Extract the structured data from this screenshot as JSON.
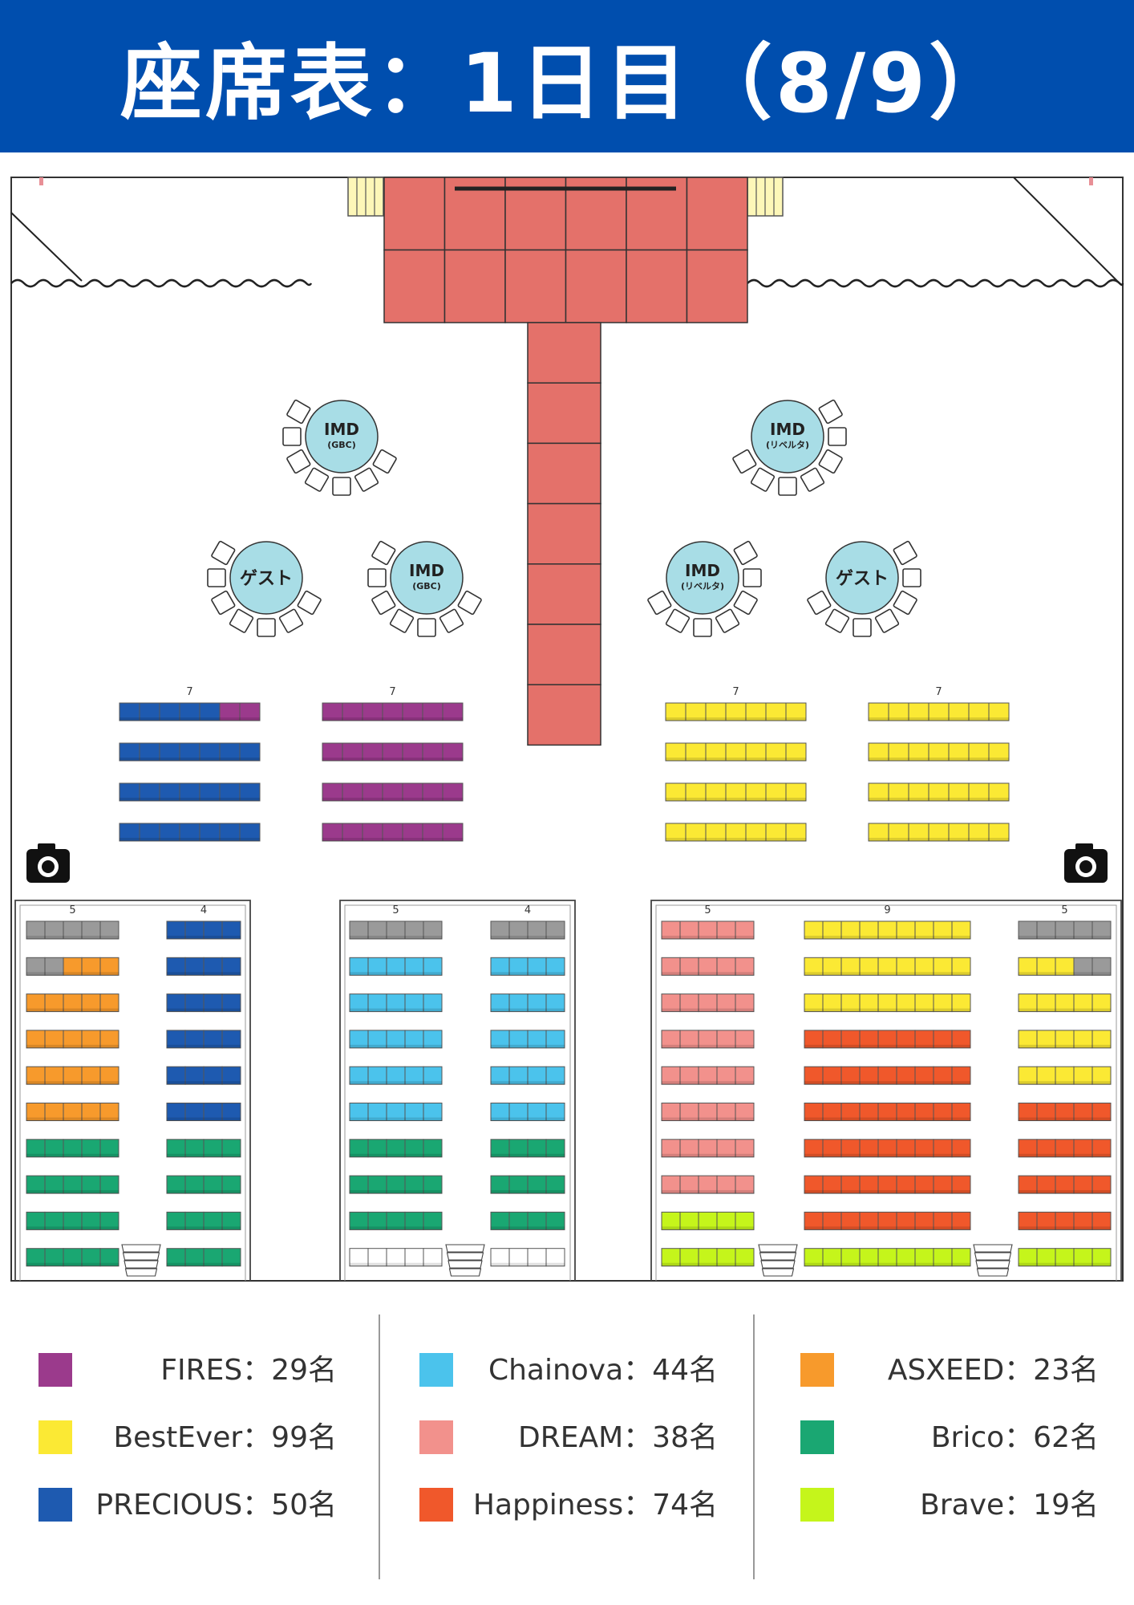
{
  "title": "座席表：1日目（8/9）",
  "colors": {
    "header_bg": "#004eae",
    "stage": "#e4716a",
    "table": "#a8dde6",
    "FIRES": "#9b3a8c",
    "BestEver": "#fbe934",
    "PRECIOUS": "#1e5ab0",
    "Chainova": "#4bc3ec",
    "DREAM": "#f2918c",
    "Happiness": "#f0582b",
    "ASXEED": "#f79a2c",
    "Brico": "#1aa772",
    "Brave": "#c5f51b",
    "unassigned": "#9a9a9a",
    "empty": "#ffffff"
  },
  "icons": [
    "camera-icon",
    "camera-icon"
  ],
  "tables": [
    {
      "name": "IMD",
      "sub": "(GBC)"
    },
    {
      "name": "IMD",
      "sub": "(リベルタ)"
    },
    {
      "name": "ゲスト",
      "sub": ""
    },
    {
      "name": "IMD",
      "sub": "(GBC)"
    },
    {
      "name": "IMD",
      "sub": "(リベルタ)"
    },
    {
      "name": "ゲスト",
      "sub": ""
    }
  ],
  "front_blocks": [
    {
      "count_label": "7",
      "rows": [
        [
          "PRECIOUS",
          "PRECIOUS",
          "PRECIOUS",
          "PRECIOUS",
          "PRECIOUS",
          "FIRES",
          "FIRES"
        ],
        [
          "PRECIOUS",
          "PRECIOUS",
          "PRECIOUS",
          "PRECIOUS",
          "PRECIOUS",
          "PRECIOUS",
          "PRECIOUS"
        ],
        [
          "PRECIOUS",
          "PRECIOUS",
          "PRECIOUS",
          "PRECIOUS",
          "PRECIOUS",
          "PRECIOUS",
          "PRECIOUS"
        ],
        [
          "PRECIOUS",
          "PRECIOUS",
          "PRECIOUS",
          "PRECIOUS",
          "PRECIOUS",
          "PRECIOUS",
          "PRECIOUS"
        ]
      ]
    },
    {
      "count_label": "7",
      "rows": [
        [
          "FIRES",
          "FIRES",
          "FIRES",
          "FIRES",
          "FIRES",
          "FIRES",
          "FIRES"
        ],
        [
          "FIRES",
          "FIRES",
          "FIRES",
          "FIRES",
          "FIRES",
          "FIRES",
          "FIRES"
        ],
        [
          "FIRES",
          "FIRES",
          "FIRES",
          "FIRES",
          "FIRES",
          "FIRES",
          "FIRES"
        ],
        [
          "FIRES",
          "FIRES",
          "FIRES",
          "FIRES",
          "FIRES",
          "FIRES",
          "FIRES"
        ]
      ]
    },
    {
      "count_label": "7",
      "rows": [
        [
          "BestEver",
          "BestEver",
          "BestEver",
          "BestEver",
          "BestEver",
          "BestEver",
          "BestEver"
        ],
        [
          "BestEver",
          "BestEver",
          "BestEver",
          "BestEver",
          "BestEver",
          "BestEver",
          "BestEver"
        ],
        [
          "BestEver",
          "BestEver",
          "BestEver",
          "BestEver",
          "BestEver",
          "BestEver",
          "BestEver"
        ],
        [
          "BestEver",
          "BestEver",
          "BestEver",
          "BestEver",
          "BestEver",
          "BestEver",
          "BestEver"
        ]
      ]
    },
    {
      "count_label": "7",
      "rows": [
        [
          "BestEver",
          "BestEver",
          "BestEver",
          "BestEver",
          "BestEver",
          "BestEver",
          "BestEver"
        ],
        [
          "BestEver",
          "BestEver",
          "BestEver",
          "BestEver",
          "BestEver",
          "BestEver",
          "BestEver"
        ],
        [
          "BestEver",
          "BestEver",
          "BestEver",
          "BestEver",
          "BestEver",
          "BestEver",
          "BestEver"
        ],
        [
          "BestEver",
          "BestEver",
          "BestEver",
          "BestEver",
          "BestEver",
          "BestEver",
          "BestEver"
        ]
      ]
    }
  ],
  "rear_sections": [
    {
      "blocks": [
        {
          "count_label": "5",
          "rows": [
            [
              "unassigned",
              "unassigned",
              "unassigned",
              "unassigned",
              "unassigned"
            ],
            [
              "unassigned",
              "unassigned",
              "ASXEED",
              "ASXEED",
              "ASXEED"
            ],
            [
              "ASXEED",
              "ASXEED",
              "ASXEED",
              "ASXEED",
              "ASXEED"
            ],
            [
              "ASXEED",
              "ASXEED",
              "ASXEED",
              "ASXEED",
              "ASXEED"
            ],
            [
              "ASXEED",
              "ASXEED",
              "ASXEED",
              "ASXEED",
              "ASXEED"
            ],
            [
              "ASXEED",
              "ASXEED",
              "ASXEED",
              "ASXEED",
              "ASXEED"
            ],
            [
              "Brico",
              "Brico",
              "Brico",
              "Brico",
              "Brico"
            ],
            [
              "Brico",
              "Brico",
              "Brico",
              "Brico",
              "Brico"
            ],
            [
              "Brico",
              "Brico",
              "Brico",
              "Brico",
              "Brico"
            ],
            [
              "Brico",
              "Brico",
              "Brico",
              "Brico",
              "Brico"
            ]
          ]
        },
        {
          "count_label": "4",
          "rows": [
            [
              "PRECIOUS",
              "PRECIOUS",
              "PRECIOUS",
              "PRECIOUS"
            ],
            [
              "PRECIOUS",
              "PRECIOUS",
              "PRECIOUS",
              "PRECIOUS"
            ],
            [
              "PRECIOUS",
              "PRECIOUS",
              "PRECIOUS",
              "PRECIOUS"
            ],
            [
              "PRECIOUS",
              "PRECIOUS",
              "PRECIOUS",
              "PRECIOUS"
            ],
            [
              "PRECIOUS",
              "PRECIOUS",
              "PRECIOUS",
              "PRECIOUS"
            ],
            [
              "PRECIOUS",
              "PRECIOUS",
              "PRECIOUS",
              "PRECIOUS"
            ],
            [
              "Brico",
              "Brico",
              "Brico",
              "Brico"
            ],
            [
              "Brico",
              "Brico",
              "Brico",
              "Brico"
            ],
            [
              "Brico",
              "Brico",
              "Brico",
              "Brico"
            ],
            [
              "Brico",
              "Brico",
              "Brico",
              "Brico"
            ]
          ]
        }
      ]
    },
    {
      "blocks": [
        {
          "count_label": "5",
          "rows": [
            [
              "unassigned",
              "unassigned",
              "unassigned",
              "unassigned",
              "unassigned"
            ],
            [
              "Chainova",
              "Chainova",
              "Chainova",
              "Chainova",
              "Chainova"
            ],
            [
              "Chainova",
              "Chainova",
              "Chainova",
              "Chainova",
              "Chainova"
            ],
            [
              "Chainova",
              "Chainova",
              "Chainova",
              "Chainova",
              "Chainova"
            ],
            [
              "Chainova",
              "Chainova",
              "Chainova",
              "Chainova",
              "Chainova"
            ],
            [
              "Chainova",
              "Chainova",
              "Chainova",
              "Chainova",
              "Chainova"
            ],
            [
              "Brico",
              "Brico",
              "Brico",
              "Brico",
              "Brico"
            ],
            [
              "Brico",
              "Brico",
              "Brico",
              "Brico",
              "Brico"
            ],
            [
              "Brico",
              "Brico",
              "Brico",
              "Brico",
              "Brico"
            ],
            [
              "empty",
              "empty",
              "empty",
              "empty",
              "empty"
            ]
          ]
        },
        {
          "count_label": "4",
          "rows": [
            [
              "unassigned",
              "unassigned",
              "unassigned",
              "unassigned"
            ],
            [
              "Chainova",
              "Chainova",
              "Chainova",
              "Chainova"
            ],
            [
              "Chainova",
              "Chainova",
              "Chainova",
              "Chainova"
            ],
            [
              "Chainova",
              "Chainova",
              "Chainova",
              "Chainova"
            ],
            [
              "Chainova",
              "Chainova",
              "Chainova",
              "Chainova"
            ],
            [
              "Chainova",
              "Chainova",
              "Chainova",
              "Chainova"
            ],
            [
              "Brico",
              "Brico",
              "Brico",
              "Brico"
            ],
            [
              "Brico",
              "Brico",
              "Brico",
              "Brico"
            ],
            [
              "Brico",
              "Brico",
              "Brico",
              "Brico"
            ],
            [
              "empty",
              "empty",
              "empty",
              "empty"
            ]
          ]
        }
      ]
    },
    {
      "blocks": [
        {
          "count_label": "5",
          "rows": [
            [
              "DREAM",
              "DREAM",
              "DREAM",
              "DREAM",
              "DREAM"
            ],
            [
              "DREAM",
              "DREAM",
              "DREAM",
              "DREAM",
              "DREAM"
            ],
            [
              "DREAM",
              "DREAM",
              "DREAM",
              "DREAM",
              "DREAM"
            ],
            [
              "DREAM",
              "DREAM",
              "DREAM",
              "DREAM",
              "DREAM"
            ],
            [
              "DREAM",
              "DREAM",
              "DREAM",
              "DREAM",
              "DREAM"
            ],
            [
              "DREAM",
              "DREAM",
              "DREAM",
              "DREAM",
              "DREAM"
            ],
            [
              "DREAM",
              "DREAM",
              "DREAM",
              "DREAM",
              "DREAM"
            ],
            [
              "DREAM",
              "DREAM",
              "DREAM",
              "DREAM",
              "DREAM"
            ],
            [
              "Brave",
              "Brave",
              "Brave",
              "Brave",
              "Brave"
            ],
            [
              "Brave",
              "Brave",
              "Brave",
              "Brave",
              "Brave"
            ]
          ]
        },
        {
          "count_label": "9",
          "rows": [
            [
              "BestEver",
              "BestEver",
              "BestEver",
              "BestEver",
              "BestEver",
              "BestEver",
              "BestEver",
              "BestEver",
              "BestEver"
            ],
            [
              "BestEver",
              "BestEver",
              "BestEver",
              "BestEver",
              "BestEver",
              "BestEver",
              "BestEver",
              "BestEver",
              "BestEver"
            ],
            [
              "BestEver",
              "BestEver",
              "BestEver",
              "BestEver",
              "BestEver",
              "BestEver",
              "BestEver",
              "BestEver",
              "BestEver"
            ],
            [
              "Happiness",
              "Happiness",
              "Happiness",
              "Happiness",
              "Happiness",
              "Happiness",
              "Happiness",
              "Happiness",
              "Happiness"
            ],
            [
              "Happiness",
              "Happiness",
              "Happiness",
              "Happiness",
              "Happiness",
              "Happiness",
              "Happiness",
              "Happiness",
              "Happiness"
            ],
            [
              "Happiness",
              "Happiness",
              "Happiness",
              "Happiness",
              "Happiness",
              "Happiness",
              "Happiness",
              "Happiness",
              "Happiness"
            ],
            [
              "Happiness",
              "Happiness",
              "Happiness",
              "Happiness",
              "Happiness",
              "Happiness",
              "Happiness",
              "Happiness",
              "Happiness"
            ],
            [
              "Happiness",
              "Happiness",
              "Happiness",
              "Happiness",
              "Happiness",
              "Happiness",
              "Happiness",
              "Happiness",
              "Happiness"
            ],
            [
              "Happiness",
              "Happiness",
              "Happiness",
              "Happiness",
              "Happiness",
              "Happiness",
              "Happiness",
              "Happiness",
              "Happiness"
            ],
            [
              "Brave",
              "Brave",
              "Brave",
              "Brave",
              "Brave",
              "Brave",
              "Brave",
              "Brave",
              "Brave"
            ]
          ]
        },
        {
          "count_label": "5",
          "rows": [
            [
              "unassigned",
              "unassigned",
              "unassigned",
              "unassigned",
              "unassigned"
            ],
            [
              "BestEver",
              "BestEver",
              "BestEver",
              "unassigned",
              "unassigned"
            ],
            [
              "BestEver",
              "BestEver",
              "BestEver",
              "BestEver",
              "BestEver"
            ],
            [
              "BestEver",
              "BestEver",
              "BestEver",
              "BestEver",
              "BestEver"
            ],
            [
              "BestEver",
              "BestEver",
              "BestEver",
              "BestEver",
              "BestEver"
            ],
            [
              "Happiness",
              "Happiness",
              "Happiness",
              "Happiness",
              "Happiness"
            ],
            [
              "Happiness",
              "Happiness",
              "Happiness",
              "Happiness",
              "Happiness"
            ],
            [
              "Happiness",
              "Happiness",
              "Happiness",
              "Happiness",
              "Happiness"
            ],
            [
              "Happiness",
              "Happiness",
              "Happiness",
              "Happiness",
              "Happiness"
            ],
            [
              "Brave",
              "Brave",
              "Brave",
              "Brave",
              "Brave"
            ]
          ]
        }
      ]
    }
  ],
  "legend": [
    {
      "key": "FIRES",
      "label": "FIRES：29名"
    },
    {
      "key": "BestEver",
      "label": "BestEver：99名"
    },
    {
      "key": "PRECIOUS",
      "label": "PRECIOUS：50名"
    },
    {
      "key": "Chainova",
      "label": "Chainova：44名"
    },
    {
      "key": "DREAM",
      "label": "DREAM：38名"
    },
    {
      "key": "Happiness",
      "label": "Happiness：74名"
    },
    {
      "key": "ASXEED",
      "label": "ASXEED：23名"
    },
    {
      "key": "Brico",
      "label": "Brico：62名"
    },
    {
      "key": "Brave",
      "label": "Brave：19名"
    }
  ]
}
